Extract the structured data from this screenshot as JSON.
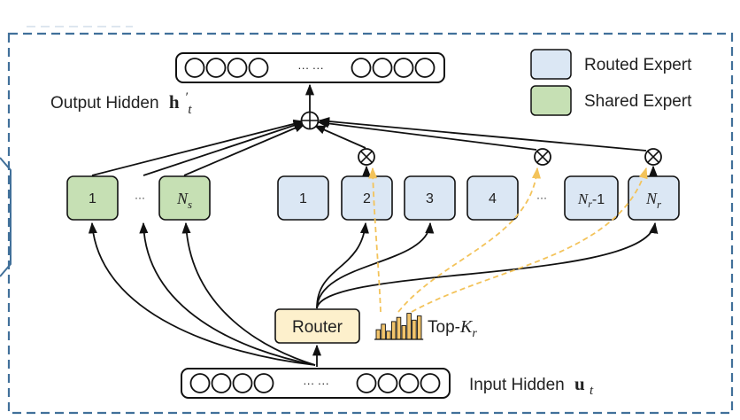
{
  "colors": {
    "frame": "#41709a",
    "routed_fill": "#dbe7f4",
    "shared_fill": "#c6e0b4",
    "router_fill": "#fdf0cc",
    "gate_line": "#f3c35a",
    "bar_fill": "#f2c46b",
    "line": "#111111"
  },
  "legend": {
    "routed": "Routed Expert",
    "shared": "Shared Expert"
  },
  "output_hidden": {
    "label": "Output Hidden",
    "symbol": "h",
    "prime": "′",
    "subscript": "t",
    "dots": "··· ···"
  },
  "input_hidden": {
    "label": "Input Hidden",
    "symbol": "u",
    "subscript": "t",
    "dots": "··· ···"
  },
  "shared_experts": {
    "first": "1",
    "ellipsis": "···",
    "last_base": "N",
    "last_sub": "s"
  },
  "routed_experts": {
    "items": [
      "1",
      "2",
      "3",
      "4"
    ],
    "ellipsis": "···",
    "second_last_base": "N",
    "second_last_sub": "r",
    "second_last_suffix": "-1",
    "last_base": "N",
    "last_sub": "r"
  },
  "router": {
    "label": "Router"
  },
  "topk": {
    "prefix": "Top-",
    "base": "K",
    "sub": "r",
    "bar_heights": [
      0.35,
      0.55,
      0.3,
      0.65,
      0.8,
      0.5,
      0.95,
      0.7,
      0.85
    ]
  },
  "icons": {
    "sum": "circle-plus",
    "gate": "circle-times"
  }
}
